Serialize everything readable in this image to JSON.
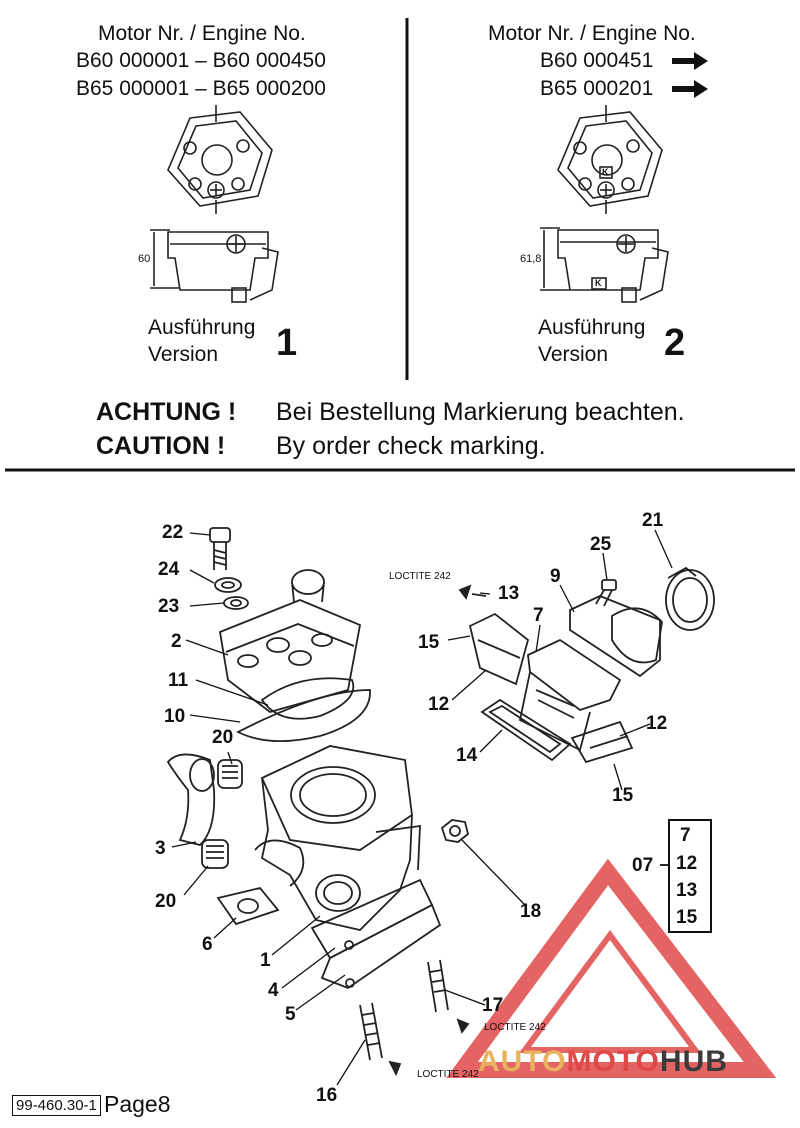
{
  "header": {
    "left": {
      "title": "Motor Nr. / Engine No.",
      "range1": "B60 000001 – B60 000450",
      "range2": "B65 000001 – B65 000200",
      "dimension": "60",
      "version_de": "Ausführung",
      "version_en": "Version",
      "version_number": "1"
    },
    "right": {
      "title": "Motor Nr. / Engine No.",
      "range1": "B60 000451",
      "range2": "B65 000201",
      "dimension": "61,8",
      "marker": "K",
      "version_de": "Ausführung",
      "version_en": "Version",
      "version_number": "2"
    }
  },
  "caution": {
    "de_label": "ACHTUNG !",
    "de_text": "Bei Bestellung Markierung beachten.",
    "en_label": "CAUTION !",
    "en_text": "By order check marking."
  },
  "callouts": [
    "22",
    "24",
    "23",
    "2",
    "11",
    "10",
    "20",
    "3",
    "20",
    "6",
    "1",
    "4",
    "5",
    "16",
    "17",
    "18",
    "21",
    "25",
    "9",
    "13",
    "7",
    "15",
    "12",
    "14",
    "12",
    "15",
    "07"
  ],
  "kit_box": {
    "label": "07",
    "items": [
      "7",
      "12",
      "13",
      "15"
    ]
  },
  "loctite": "LOCTITE 242",
  "footer": {
    "doc_number": "99-460.30-1",
    "page": "Page8"
  },
  "watermark": {
    "part1": "AUTO",
    "part2": "MOTO",
    "part3": "HUB"
  },
  "colors": {
    "watermark_red": "#e04848",
    "watermark_dark": "#3b3b3b",
    "watermark_gold": "#e8b25e"
  }
}
